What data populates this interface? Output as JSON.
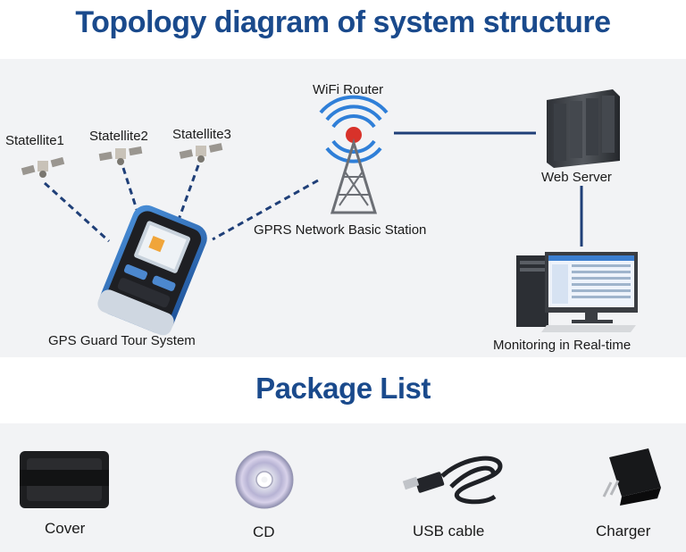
{
  "topology": {
    "title": "Topology diagram of system structure",
    "nodes": {
      "satellite1": "Statellite1",
      "satellite2": "Statellite2",
      "satellite3": "Statellite3",
      "wifi_router": "WiFi Router",
      "gprs_station": "GPRS Network Basic Station",
      "web_server": "Web Server",
      "gps_device": "GPS Guard Tour System",
      "monitoring": "Monitoring in Real-time"
    }
  },
  "package": {
    "title": "Package List",
    "items": [
      {
        "label": "Cover",
        "icon": "pouch-icon"
      },
      {
        "label": "CD",
        "icon": "disc-icon"
      },
      {
        "label": "USB cable",
        "icon": "usb-cable-icon"
      },
      {
        "label": "Charger",
        "icon": "charger-icon"
      }
    ]
  },
  "colors": {
    "title": "#1a4a8c",
    "band": "#f2f3f5",
    "link_line": "#1f3f78"
  }
}
